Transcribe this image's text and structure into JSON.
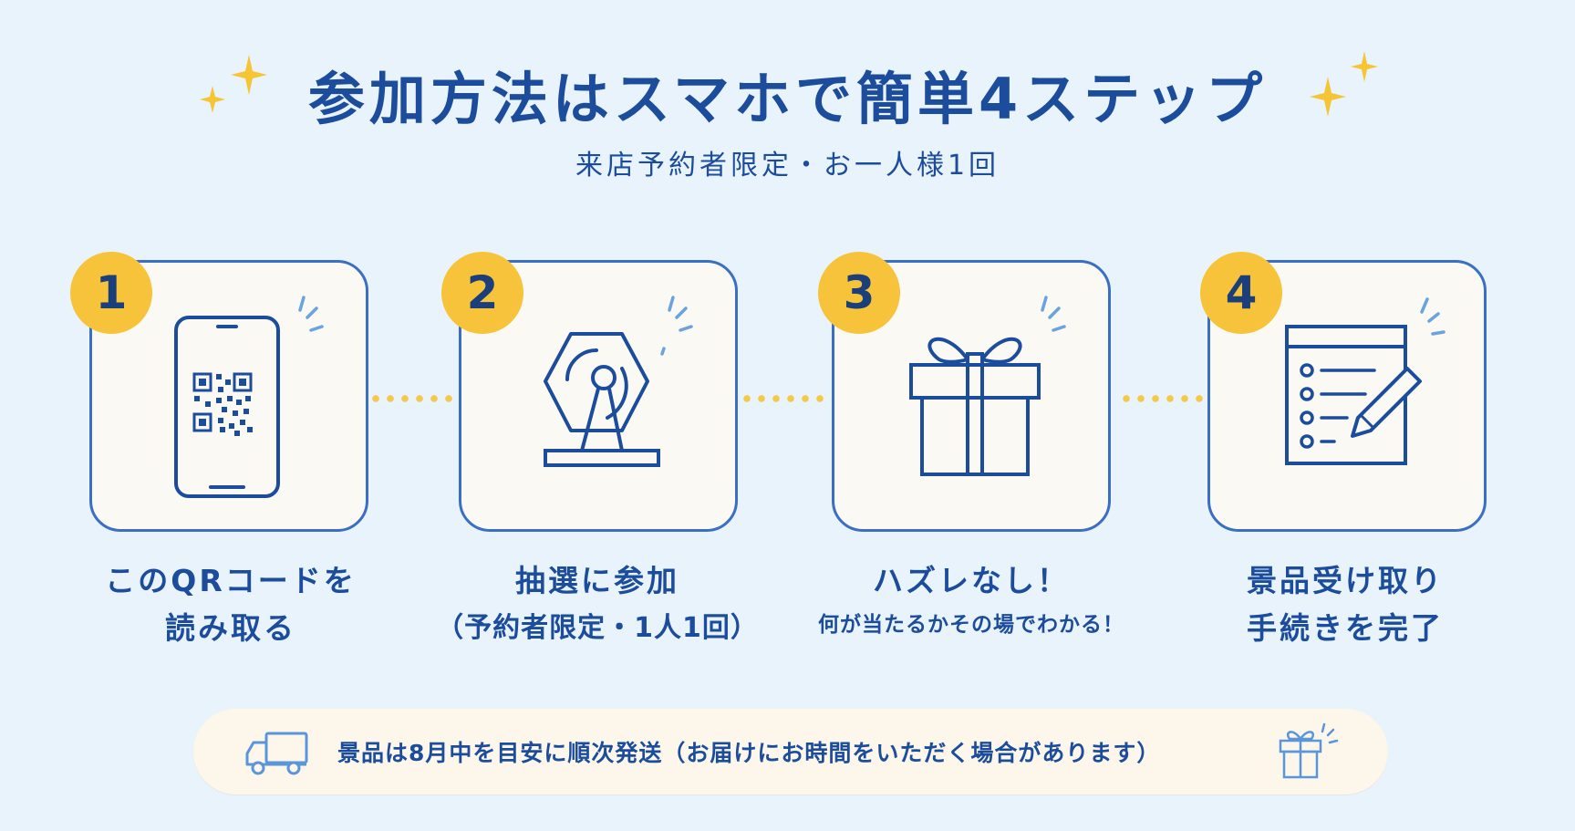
{
  "header": {
    "title": "参加方法はスマホで簡単4ステップ",
    "subtitle": "来店予約者限定・お一人様1回"
  },
  "steps": [
    {
      "number": "1",
      "icon": "smartphone-qr-icon",
      "line1": "このQRコードを",
      "line2": "読み取る"
    },
    {
      "number": "2",
      "icon": "lottery-machine-icon",
      "line1": "抽選に参加",
      "line2": "（予約者限定・1人1回）"
    },
    {
      "number": "3",
      "icon": "gift-box-icon",
      "line1": "ハズレなし！",
      "line2": "何が当たるかその場でわかる！"
    },
    {
      "number": "4",
      "icon": "form-pencil-icon",
      "line1": "景品受け取り",
      "line2": "手続きを完了"
    }
  ],
  "note": {
    "icon_left": "truck-icon",
    "text": "景品は8月中を目安に順次発送（お届けにお時間をいただく場合があります）",
    "icon_right": "gift-icon"
  },
  "colors": {
    "background": "#e9f3fb",
    "primary": "#1c4c9c",
    "badge": "#f6c33a",
    "card": "#fbf9f3",
    "sparkle": "#f5c533"
  }
}
